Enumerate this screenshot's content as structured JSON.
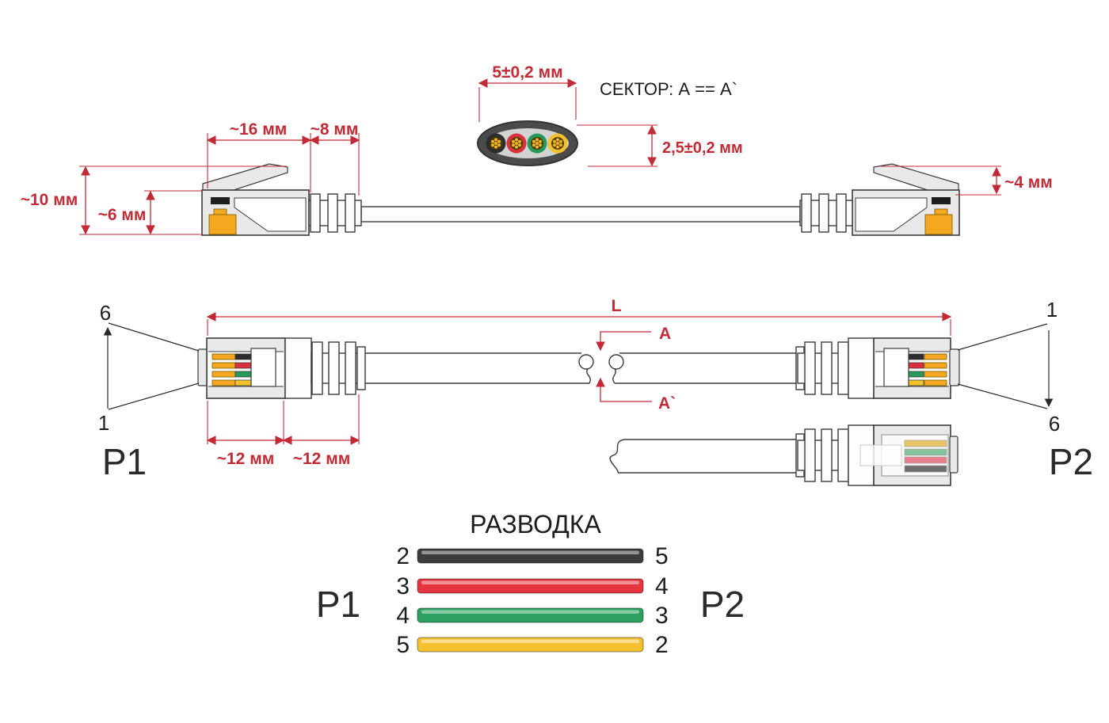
{
  "colors": {
    "dimension_red": "#c22b36",
    "outline": "#3b3b3b",
    "connector_gray": "#e9e9e9",
    "gold_contact": "#f3a81f",
    "jacket_outer": "#4b4b4b",
    "jacket_inner": "#d2d2d2"
  },
  "side_view": {
    "dim_plug_length": "~16 мм",
    "dim_boot_length": "~8 мм",
    "dim_overall_height": "~10 мм",
    "dim_body_height": "~6 мм",
    "dim_latch_height": "~4 мм"
  },
  "cross_section": {
    "dim_width": "5±0,2 мм",
    "dim_height": "2,5±0,2 мм",
    "sector_label": "СЕКТОР: А == А`",
    "wires": [
      {
        "name": "black",
        "color": "#2d2d2d"
      },
      {
        "name": "red",
        "color": "#d9303c"
      },
      {
        "name": "green",
        "color": "#27995a"
      },
      {
        "name": "yellow",
        "color": "#f2c12b"
      }
    ]
  },
  "top_view": {
    "length_label": "L",
    "section_mark": "А",
    "section_mark_prime": "А`",
    "dim_plug": "~12 мм",
    "dim_boot": "~12 мм",
    "p1_label": "P1",
    "p2_label": "P2",
    "p1_pin_top": "6",
    "p1_pin_bottom": "1",
    "p2_pin_top": "1",
    "p2_pin_bottom": "6",
    "plug_wire_colors": [
      "#2d2d2d",
      "#d9303c",
      "#27995a",
      "#f2c12b"
    ],
    "p2_bottom_wire_colors": [
      "#e8c468",
      "#85c29b",
      "#e5808d",
      "#6f6f6f"
    ]
  },
  "wiring": {
    "title": "РАЗВОДКА",
    "p1_label": "P1",
    "p2_label": "P2",
    "rows": [
      {
        "p1_pin": "2",
        "p2_pin": "5",
        "color_name": "black",
        "color": "#3f3c3d"
      },
      {
        "p1_pin": "3",
        "p2_pin": "4",
        "color_name": "red",
        "color": "#e53541"
      },
      {
        "p1_pin": "4",
        "p2_pin": "3",
        "color_name": "green",
        "color": "#2ba05f"
      },
      {
        "p1_pin": "5",
        "p2_pin": "2",
        "color_name": "yellow",
        "color": "#f5c02f"
      }
    ]
  }
}
